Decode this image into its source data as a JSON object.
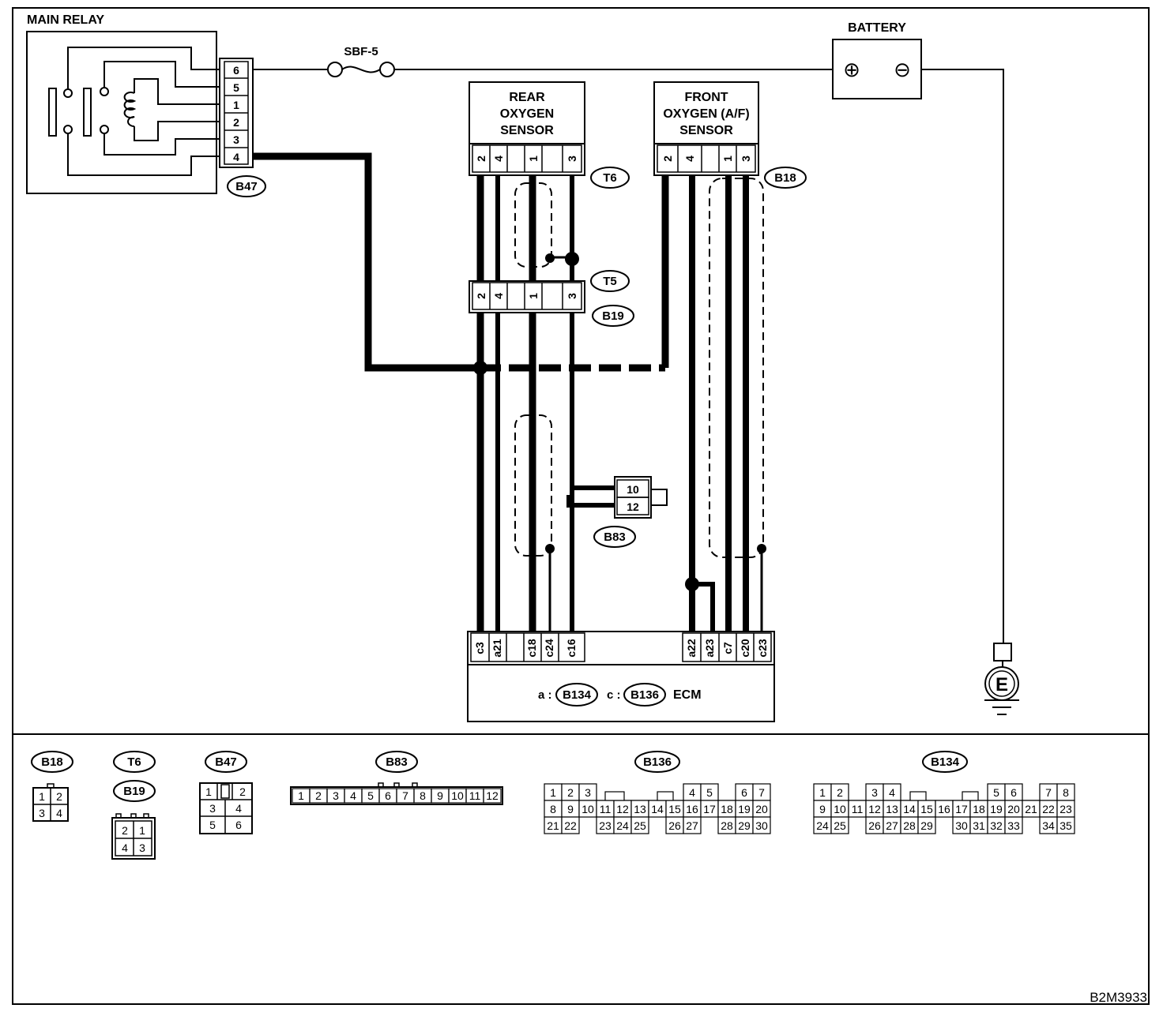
{
  "main_relay": {
    "title": "MAIN RELAY",
    "connector": "B47",
    "pins": [
      "6",
      "5",
      "1",
      "2",
      "3",
      "4"
    ]
  },
  "fuse": {
    "label": "SBF-5"
  },
  "battery": {
    "label": "BATTERY",
    "plus": "⊕",
    "minus": "⊖"
  },
  "rear_sensor": {
    "line1": "REAR",
    "line2": "OXYGEN",
    "line3": "SENSOR",
    "connector": "T6",
    "pins": [
      "2",
      "4",
      "",
      "1",
      "",
      "3"
    ]
  },
  "front_sensor": {
    "line1": "FRONT",
    "line2": "OXYGEN (A/F)",
    "line3": "SENSOR",
    "connector": "B18",
    "pins": [
      "2",
      "4",
      "",
      "1",
      "3"
    ]
  },
  "joint_connector": {
    "top": "T5",
    "bottom": "B19",
    "pins": [
      "2",
      "4",
      "",
      "1",
      "",
      "3"
    ]
  },
  "b83_connector": {
    "label": "B83",
    "pins": [
      "10",
      "12"
    ]
  },
  "ecm": {
    "pins_left": [
      "c3",
      "a21",
      "",
      "c18",
      "c24",
      "c16"
    ],
    "pins_right": [
      "a22",
      "a23",
      "c7",
      "c20",
      "c23"
    ],
    "prefix_a": "a :",
    "conn_a": "B134",
    "prefix_c": "c :",
    "conn_c": "B136",
    "name": "ECM"
  },
  "ground": {
    "label": "E"
  },
  "legend": {
    "b18": {
      "label": "B18",
      "rows": [
        [
          "1",
          "2"
        ],
        [
          "3",
          "4"
        ]
      ]
    },
    "t6": {
      "label": "T6"
    },
    "b19": {
      "label": "B19",
      "rows": [
        [
          "2",
          "1"
        ],
        [
          "4",
          "3"
        ]
      ]
    },
    "b47": {
      "label": "B47",
      "rows": [
        [
          "1",
          "",
          "2"
        ],
        [
          "3",
          "4"
        ],
        [
          "5",
          "6"
        ]
      ]
    },
    "b83": {
      "label": "B83",
      "cells": [
        "1",
        "2",
        "3",
        "4",
        "5",
        "6",
        "7",
        "8",
        "9",
        "10",
        "11",
        "12"
      ]
    },
    "b136": {
      "label": "B136",
      "row1": [
        "1",
        "2",
        "3",
        "",
        "",
        "",
        "",
        "",
        "4",
        "5",
        "",
        "6",
        "7"
      ],
      "row2": [
        "8",
        "9",
        "10",
        "11",
        "12",
        "13",
        "14",
        "15",
        "16",
        "17",
        "18",
        "19",
        "20"
      ],
      "row3": [
        "21",
        "22",
        "",
        "23",
        "24",
        "25",
        "",
        "26",
        "27",
        "",
        "28",
        "29",
        "30"
      ]
    },
    "b134": {
      "label": "B134",
      "row1": [
        "1",
        "2",
        "",
        "3",
        "4",
        "",
        "",
        "",
        "",
        "",
        "5",
        "6",
        "",
        "7",
        "8"
      ],
      "row2": [
        "9",
        "10",
        "11",
        "12",
        "13",
        "14",
        "15",
        "16",
        "17",
        "18",
        "19",
        "20",
        "21",
        "22",
        "23"
      ],
      "row3": [
        "24",
        "25",
        "",
        "26",
        "27",
        "28",
        "29",
        "",
        "30",
        "31",
        "32",
        "33",
        "",
        "34",
        "35"
      ]
    }
  },
  "diagram_code": "B2M3933"
}
